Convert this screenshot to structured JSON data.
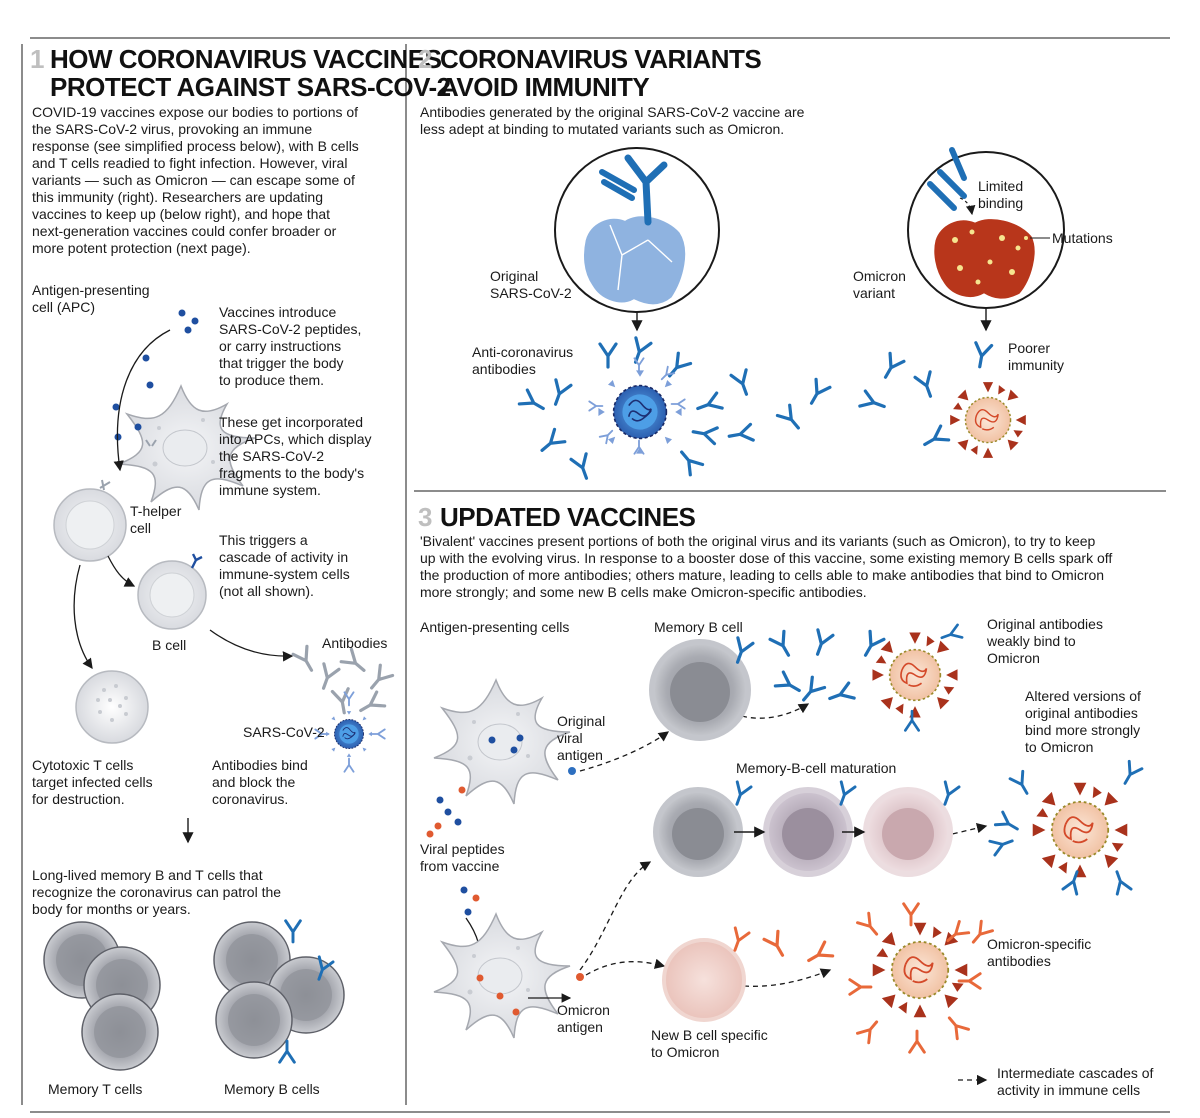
{
  "panel1": {
    "number": "1",
    "title_lines": [
      "HOW CORONAVIRUS VACCINES",
      "PROTECT AGAINST SARS-COV-2"
    ],
    "intro_lines": [
      "COVID-19 vaccines expose our bodies to portions of",
      "the SARS-CoV-2 virus, provoking an immune",
      "response (see simplified process below), with B cells",
      "and T cells readied to fight infection. However, viral",
      "variants — such as Omicron — can escape some of",
      "this immunity (right). Researchers are updating",
      "vaccines to keep up (below right), and hope that",
      "next-generation vaccines could confer broader or",
      "more potent protection (next page)."
    ],
    "labels": {
      "apc": [
        "Antigen-presenting",
        "cell (APC)"
      ],
      "vaccines_introduce": [
        "Vaccines introduce",
        "SARS-CoV-2 peptides,",
        "or carry instructions",
        "that trigger the body",
        "to produce them."
      ],
      "incorporated": [
        "These get incorporated",
        "into APCs, which display",
        "the SARS-CoV-2",
        "fragments to the body's",
        "immune system."
      ],
      "t_helper": [
        "T-helper",
        "cell"
      ],
      "cascade": [
        "This triggers a",
        "cascade of activity in",
        "immune-system cells",
        "(not all shown)."
      ],
      "b_cell": [
        "B cell"
      ],
      "antibodies": [
        "Antibodies"
      ],
      "sars": [
        "SARS-CoV-2"
      ],
      "cytotoxic": [
        "Cytotoxic T cells",
        "target infected cells",
        "for destruction."
      ],
      "antibodies_bind": [
        "Antibodies bind",
        "and block the",
        "coronavirus."
      ],
      "long_lived": [
        "Long-lived memory B and T cells that",
        "recognize the coronavirus can patrol the",
        "body for months or years."
      ],
      "memory_t": [
        "Memory T cells"
      ],
      "memory_b": [
        "Memory B cells"
      ]
    }
  },
  "panel2": {
    "number": "2",
    "title_lines": [
      "CORONAVIRUS VARIANTS",
      "AVOID IMMUNITY"
    ],
    "intro_lines": [
      "Antibodies generated by the original SARS-CoV-2 vaccine are",
      "less adept at binding to mutated variants such as Omicron."
    ],
    "labels": {
      "original": [
        "Original",
        "SARS-CoV-2"
      ],
      "omicron_variant": [
        "Omicron",
        "variant"
      ],
      "limited": [
        "Limited",
        "binding"
      ],
      "mutations": [
        "Mutations"
      ],
      "anti_corona": [
        "Anti-coronavirus",
        "antibodies"
      ],
      "poorer": [
        "Poorer",
        "immunity"
      ]
    }
  },
  "panel3": {
    "number": "3",
    "title_lines": [
      "UPDATED VACCINES"
    ],
    "intro_lines": [
      "'Bivalent' vaccines present portions of both the original virus and its variants (such as Omicron), to try to keep",
      "up with the evolving virus. In response to a booster dose of this vaccine, some existing memory B cells spark off",
      "the production of more antibodies; others mature, leading to cells able to make antibodies that bind to Omicron",
      "more strongly; and some new B cells make Omicron-specific antibodies."
    ],
    "labels": {
      "apcs": [
        "Antigen-presenting cells"
      ],
      "memory_b": [
        "Memory B cell"
      ],
      "orig_weak": [
        "Original antibodies",
        "weakly bind to",
        "Omicron"
      ],
      "orig_antigen": [
        "Original",
        "viral",
        "antigen"
      ],
      "altered": [
        "Altered versions of",
        "original antibodies",
        "bind more strongly",
        "to Omicron"
      ],
      "maturation": [
        "Memory-B-cell maturation"
      ],
      "viral_peptides": [
        "Viral peptides",
        "from vaccine"
      ],
      "omicron_specific": [
        "Omicron-specific",
        "antibodies"
      ],
      "omicron_antigen": [
        "Omicron",
        "antigen"
      ],
      "new_b": [
        "New B cell specific",
        "to Omicron"
      ],
      "legend": [
        "Intermediate cascades of",
        "activity in immune cells"
      ]
    }
  },
  "colors": {
    "antibody_blue": "#1f6fb5",
    "original_virus": "#8fb3e0",
    "omicron_red": "#b8361b",
    "omicron_antibody": "#e8693a",
    "cell_grey": "#9a9ca3"
  }
}
